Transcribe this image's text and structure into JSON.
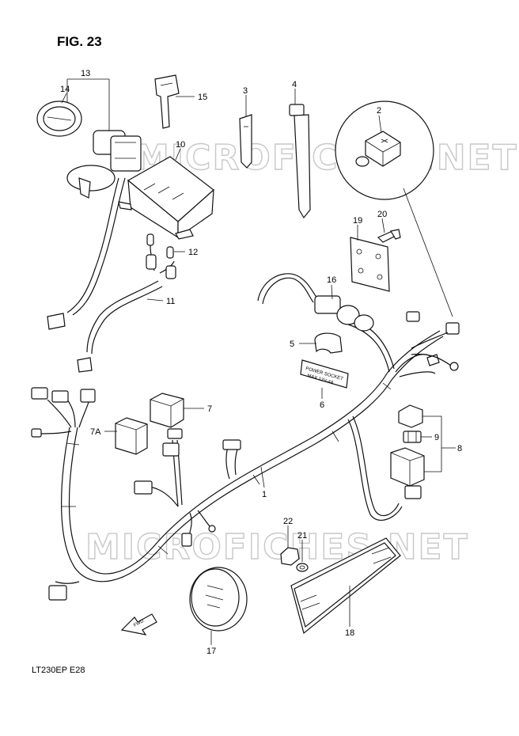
{
  "figure": {
    "title": "FIG. 23",
    "model_code": "LT230EP  E28",
    "watermark": "MICROFICHES.NET"
  },
  "labels": {
    "p1": "1",
    "p2": "2",
    "p3": "3",
    "p4": "4",
    "p5": "5",
    "p6": "6",
    "p7": "7",
    "p7a": "7A",
    "p8": "8",
    "p9": "9",
    "p10": "10",
    "p11": "11",
    "p12": "12",
    "p13": "13",
    "p14": "14",
    "p15": "15",
    "p16": "16",
    "p17": "17",
    "p18": "18",
    "p19": "19",
    "p20": "20",
    "p21": "21",
    "p22": "22"
  },
  "plate_text": {
    "line1": "POWER  SOCKET",
    "line2": "MAX  12V-4A"
  },
  "fwd_arrow_text": "FWD"
}
